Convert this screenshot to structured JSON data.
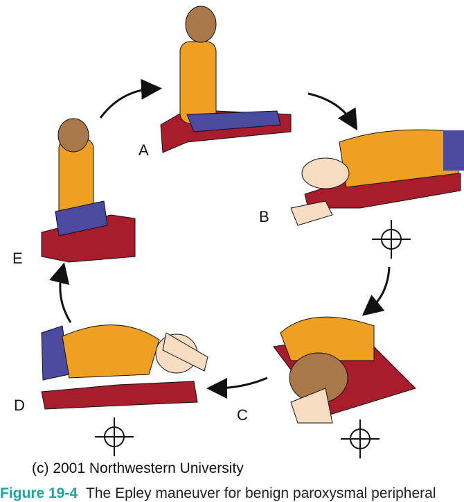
{
  "labels": {
    "a": "A",
    "b": "B",
    "c": "C",
    "d": "D",
    "e": "E"
  },
  "copyright": "(c) 2001 Northwestern University",
  "caption": {
    "figure": "Figure 19-4",
    "text": "The Epley maneuver for benign paroxysmal peripheral"
  },
  "colors": {
    "body": "#f0a020",
    "legs": "#4a4aa0",
    "mat": "#a81c2c",
    "hair": "#a8784a",
    "skin": "#f6dcc0",
    "caption_accent": "#1aa89a"
  }
}
